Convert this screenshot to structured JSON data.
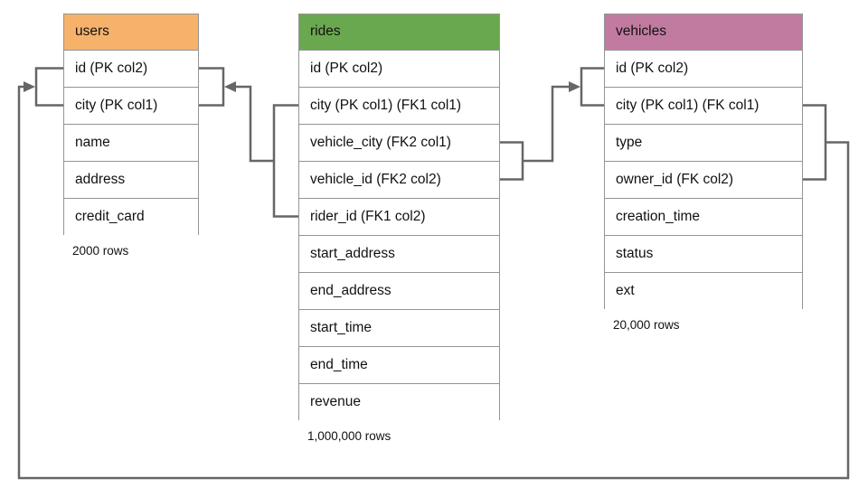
{
  "diagram": {
    "kind": "entity-relationship-diagram",
    "colors": {
      "line": "#666666",
      "table_border": "#949494",
      "users_header": "#f6b26b",
      "rides_header": "#6aa84f",
      "vehicles_header": "#c27ba0"
    },
    "tables": [
      {
        "name": "users",
        "header_color": "#f6b26b",
        "columns": [
          "id (PK col2)",
          "city (PK col1)",
          "name",
          "address",
          "credit_card"
        ],
        "row_count_label": "2000 rows"
      },
      {
        "name": "rides",
        "header_color": "#6aa84f",
        "columns": [
          "id (PK col2)",
          "city (PK col1) (FK1 col1)",
          "vehicle_city (FK2 col1)",
          "vehicle_id (FK2 col2)",
          "rider_id (FK1 col2)",
          "start_address",
          "end_address",
          "start_time",
          "end_time",
          "revenue"
        ],
        "row_count_label": "1,000,000 rows"
      },
      {
        "name": "vehicles",
        "header_color": "#c27ba0",
        "columns": [
          "id (PK col2)",
          "city (PK col1) (FK col1)",
          "type",
          "owner_id (FK col2)",
          "creation_time",
          "status",
          "ext"
        ],
        "row_count_label": "20,000 rows"
      }
    ],
    "relationships": [
      {
        "from_table": "rides",
        "from_columns": [
          "city (FK1 col1)",
          "rider_id (FK1 col2)"
        ],
        "to_table": "users",
        "to_columns": [
          "id (PK col2)",
          "city (PK col1)"
        ]
      },
      {
        "from_table": "rides",
        "from_columns": [
          "vehicle_city (FK2 col1)",
          "vehicle_id (FK2 col2)"
        ],
        "to_table": "vehicles",
        "to_columns": [
          "id (PK col2)",
          "city (PK col1)"
        ]
      },
      {
        "from_table": "vehicles",
        "from_columns": [
          "city (FK col1)",
          "owner_id (FK col2)"
        ],
        "to_table": "users",
        "to_columns": [
          "id (PK col2)",
          "city (PK col1)"
        ]
      }
    ]
  }
}
